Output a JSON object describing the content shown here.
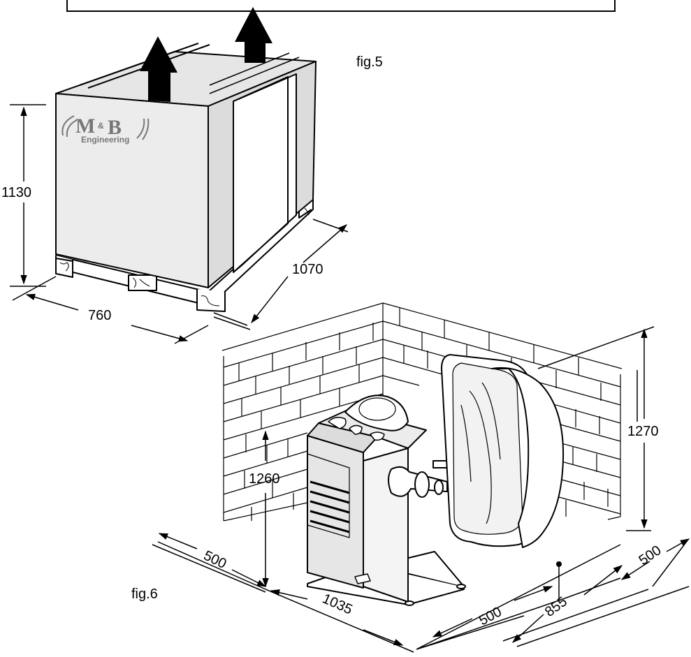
{
  "figures": {
    "fig5": {
      "caption": "fig.5",
      "dimensions": {
        "height": "1130",
        "width": "760",
        "depth": "1070"
      },
      "logo": {
        "line1_left": "M",
        "line1_amp": "&",
        "line1_right": "B",
        "line2": "Engineering"
      }
    },
    "fig6": {
      "caption": "fig.6",
      "dimensions": {
        "machine_height": "1260",
        "hood_height": "1270",
        "left_clearance": "500",
        "front_width": "1035",
        "front_clearance": "500",
        "depth": "855",
        "right_clearance": "500"
      }
    }
  },
  "colors": {
    "line": "#000000",
    "box_front": "#ebebeb",
    "box_side": "#d9d9d9",
    "box_top": "#e4e4e4",
    "machine_dark": "#d0d0d0",
    "logo": "#777777"
  }
}
